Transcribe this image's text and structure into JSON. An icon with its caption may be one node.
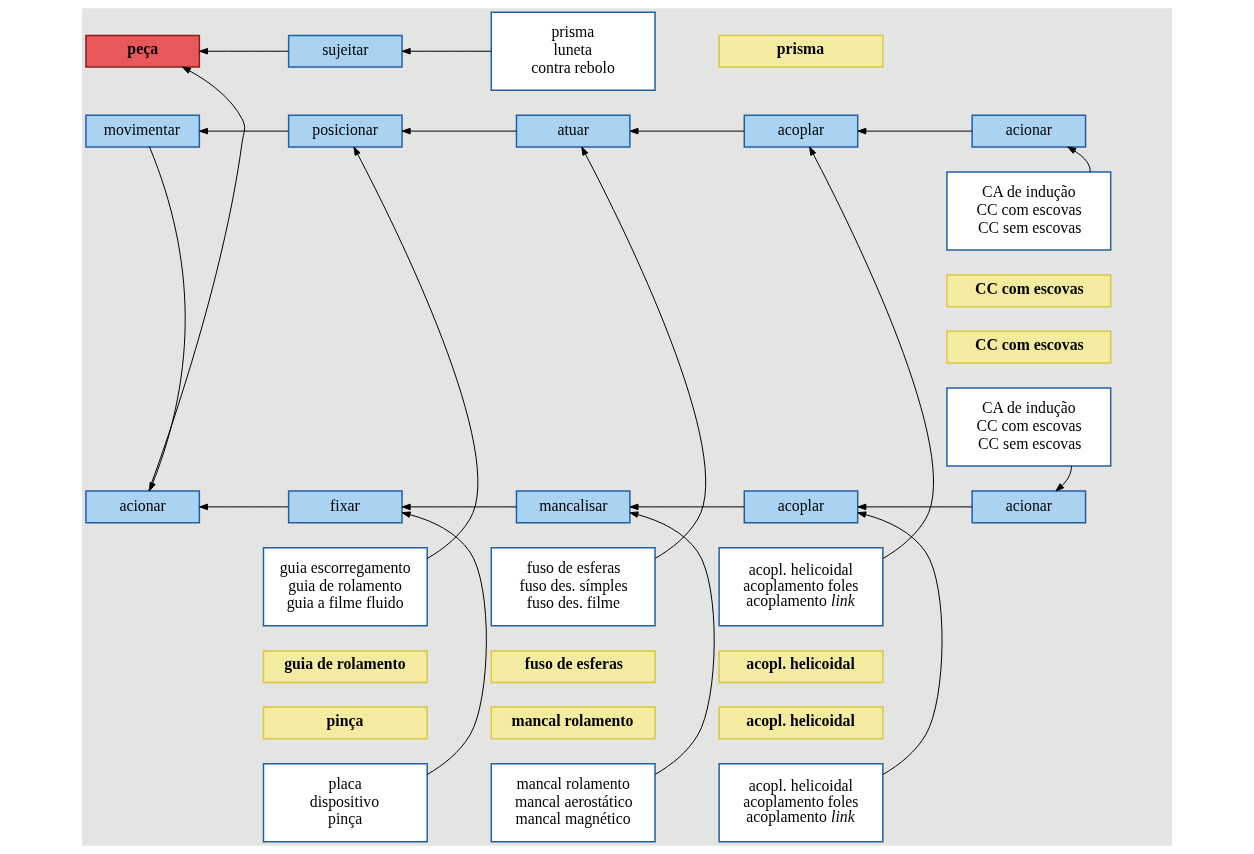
{
  "diagram": {
    "nodes": [
      {
        "text": [
          "peça"
        ]
      },
      {
        "text": [
          "sujeitar"
        ]
      },
      {
        "text": [
          "prisma",
          "luneta",
          "contra rebolo"
        ]
      },
      {
        "text": [
          "prisma"
        ]
      },
      {
        "text": [
          "acionar"
        ]
      },
      {
        "text": [
          "fixar"
        ]
      },
      {
        "text": [
          "mancalisar"
        ]
      },
      {
        "text": [
          "acoplar"
        ]
      },
      {
        "text": [
          "acionar"
        ]
      },
      {
        "text": [
          "placa",
          "dispositivo",
          "pinça"
        ]
      },
      {
        "text": [
          "pinça"
        ]
      },
      {
        "text": [
          "mancal rolamento",
          "mancal aerostático",
          "mancal magnético"
        ]
      },
      {
        "text": [
          "mancal rolamento"
        ]
      },
      {
        "text": [
          "acopl. helicoidal",
          "acoplamento foles",
          "acoplamento *link*"
        ]
      },
      {
        "text": [
          "acopl. helicoidal"
        ]
      },
      {
        "text": [
          "CA de indução",
          "CC com escovas",
          "CC sem escovas"
        ]
      },
      {
        "text": [
          "CC com escovas"
        ]
      },
      {
        "text": [
          "movimentar"
        ]
      },
      {
        "text": [
          "posicionar"
        ]
      },
      {
        "text": [
          "atuar"
        ]
      },
      {
        "text": [
          "acoplar"
        ]
      },
      {
        "text": [
          "acionar"
        ]
      },
      {
        "text": [
          "guia escorregamento",
          "guia de rolamento",
          "guia a filme fluido"
        ]
      },
      {
        "text": [
          "guia de rolamento"
        ]
      },
      {
        "text": [
          "fuso de esferas",
          "fuso des. símples",
          "fuso des. filme"
        ]
      },
      {
        "text": [
          "fuso de esferas"
        ]
      },
      {
        "text": [
          "acopl. helicoidal",
          "acoplamento foles",
          "acoplamento *link*"
        ]
      },
      {
        "text": [
          "acopl. helicoidal"
        ]
      },
      {
        "text": [
          "CA de indução",
          "CC com escovas",
          "CC sem escovas"
        ]
      },
      {
        "text": [
          "CC com escovas"
        ]
      }
    ],
    "edges": [
      {
        "from": 1,
        "to": 0,
        "arrow": "to"
      },
      {
        "from": 2,
        "to": 1,
        "arrow": "to"
      },
      {
        "from": 4,
        "to": 0,
        "arrow": "to"
      },
      {
        "from": 5,
        "to": 4,
        "arrow": "to"
      },
      {
        "from": 6,
        "to": 5,
        "arrow": "to"
      },
      {
        "from": 7,
        "to": 6,
        "arrow": "to"
      },
      {
        "from": 8,
        "to": 7,
        "arrow": "to"
      },
      {
        "from": 9,
        "to": 5,
        "arrow": "to"
      },
      {
        "from": 11,
        "to": 6,
        "arrow": "to"
      },
      {
        "from": 13,
        "to": 7,
        "arrow": "to"
      },
      {
        "from": 15,
        "to": 8,
        "arrow": "to"
      },
      {
        "from": 17,
        "to": 4,
        "arrow": "to"
      },
      {
        "from": 18,
        "to": 17,
        "arrow": "to"
      },
      {
        "from": 19,
        "to": 18,
        "arrow": "to"
      },
      {
        "from": 20,
        "to": 19,
        "arrow": "to"
      },
      {
        "from": 21,
        "to": 20,
        "arrow": "to"
      },
      {
        "from": 22,
        "to": 18,
        "arrow": "to"
      },
      {
        "from": 24,
        "to": 19,
        "arrow": "to"
      },
      {
        "from": 26,
        "to": 20,
        "arrow": "to"
      },
      {
        "from": 28,
        "to": 21,
        "arrow": "to"
      }
    ]
  }
}
